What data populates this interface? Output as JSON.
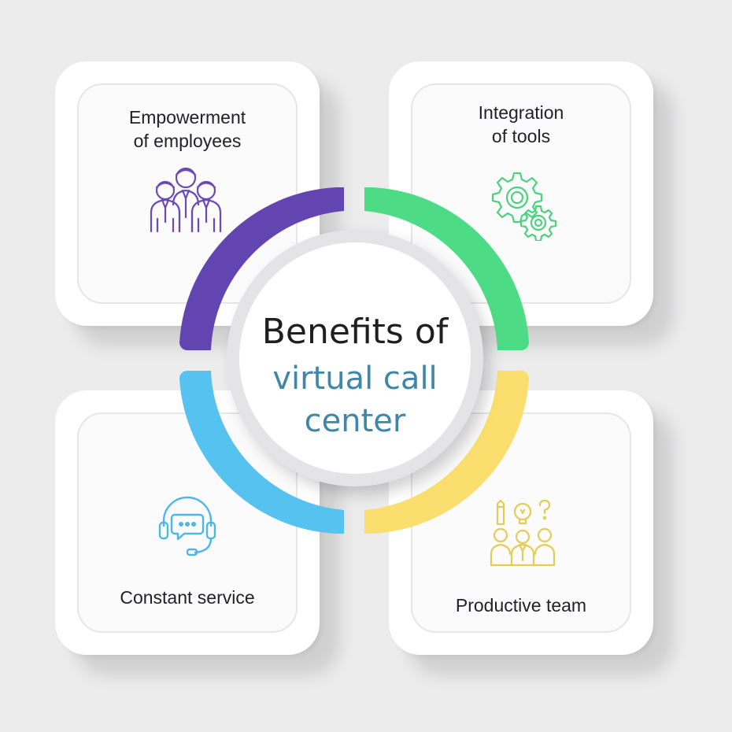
{
  "center": {
    "title_line1": "Benefits of",
    "title_line2": "virtual call\ncenter"
  },
  "cards": [
    {
      "label": "Empowerment\nof employees",
      "icon": "employees-group-icon",
      "color": "#6a4bb5"
    },
    {
      "label": "Integration\nof tools",
      "icon": "gears-icon",
      "color": "#4ed17f"
    },
    {
      "label": "Constant service",
      "icon": "headset-chat-icon",
      "color": "#4db7e8"
    },
    {
      "label": "Productive team",
      "icon": "team-ideas-icon",
      "color": "#e4cc55"
    }
  ],
  "segments": {
    "top_left": "#6245b0",
    "top_right": "#4ddb86",
    "bottom_left": "#55c2ef",
    "bottom_right": "#fbdf6e"
  }
}
